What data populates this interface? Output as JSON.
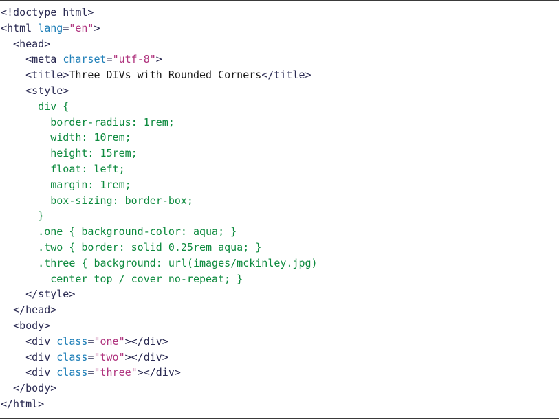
{
  "colors": {
    "tag": "#2a2a52",
    "attribute": "#1f7fb8",
    "string": "#b0357f",
    "css": "#0d8a3e",
    "text": "#1a1a1a"
  },
  "code_lines": [
    [
      {
        "t": "<!doctype html>",
        "c": "tag"
      }
    ],
    [
      {
        "t": "<html ",
        "c": "tag"
      },
      {
        "t": "lang",
        "c": "attr"
      },
      {
        "t": "=",
        "c": "tag"
      },
      {
        "t": "\"en\"",
        "c": "str"
      },
      {
        "t": ">",
        "c": "tag"
      }
    ],
    [
      {
        "t": "  <head>",
        "c": "tag"
      }
    ],
    [
      {
        "t": "    <meta ",
        "c": "tag"
      },
      {
        "t": "charset",
        "c": "attr"
      },
      {
        "t": "=",
        "c": "tag"
      },
      {
        "t": "\"utf-8\"",
        "c": "str"
      },
      {
        "t": ">",
        "c": "tag"
      }
    ],
    [
      {
        "t": "    <title>",
        "c": "tag"
      },
      {
        "t": "Three DIVs with Rounded Corners",
        "c": "txt"
      },
      {
        "t": "</title>",
        "c": "tag"
      }
    ],
    [
      {
        "t": "    <style>",
        "c": "tag"
      }
    ],
    [
      {
        "t": "      div {",
        "c": "css"
      }
    ],
    [
      {
        "t": "        border-radius: 1rem;",
        "c": "css"
      }
    ],
    [
      {
        "t": "        width: 10rem;",
        "c": "css"
      }
    ],
    [
      {
        "t": "        height: 15rem;",
        "c": "css"
      }
    ],
    [
      {
        "t": "        float: left;",
        "c": "css"
      }
    ],
    [
      {
        "t": "        margin: 1rem;",
        "c": "css"
      }
    ],
    [
      {
        "t": "        box-sizing: border-box;",
        "c": "css"
      }
    ],
    [
      {
        "t": "      }",
        "c": "css"
      }
    ],
    [
      {
        "t": "      .one { background-color: aqua; }",
        "c": "css"
      }
    ],
    [
      {
        "t": "      .two { border: solid 0.25rem aqua; }",
        "c": "css"
      }
    ],
    [
      {
        "t": "      .three { background: url(images/mckinley.jpg)",
        "c": "css"
      }
    ],
    [
      {
        "t": "        center top / cover no-repeat; }",
        "c": "css"
      }
    ],
    [
      {
        "t": "    </style>",
        "c": "tag"
      }
    ],
    [
      {
        "t": "  </head>",
        "c": "tag"
      }
    ],
    [
      {
        "t": "  <body>",
        "c": "tag"
      }
    ],
    [
      {
        "t": "    <div ",
        "c": "tag"
      },
      {
        "t": "class",
        "c": "attr"
      },
      {
        "t": "=",
        "c": "tag"
      },
      {
        "t": "\"one\"",
        "c": "str"
      },
      {
        "t": "></div>",
        "c": "tag"
      }
    ],
    [
      {
        "t": "    <div ",
        "c": "tag"
      },
      {
        "t": "class",
        "c": "attr"
      },
      {
        "t": "=",
        "c": "tag"
      },
      {
        "t": "\"two\"",
        "c": "str"
      },
      {
        "t": "></div>",
        "c": "tag"
      }
    ],
    [
      {
        "t": "    <div ",
        "c": "tag"
      },
      {
        "t": "class",
        "c": "attr"
      },
      {
        "t": "=",
        "c": "tag"
      },
      {
        "t": "\"three\"",
        "c": "str"
      },
      {
        "t": "></div>",
        "c": "tag"
      }
    ],
    [
      {
        "t": "  </body>",
        "c": "tag"
      }
    ],
    [
      {
        "t": "</html>",
        "c": "tag"
      }
    ]
  ]
}
